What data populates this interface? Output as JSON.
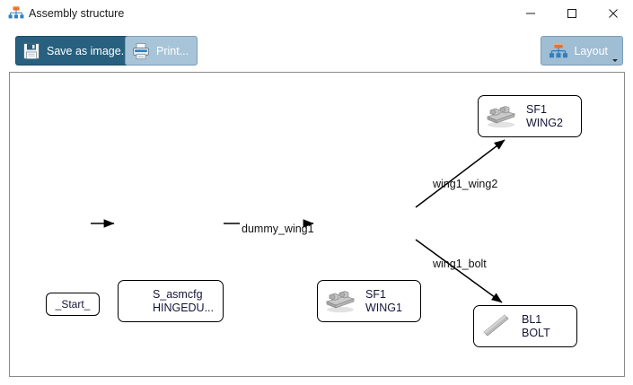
{
  "window": {
    "title": "Assembly structure",
    "icon": "assembly-structure-icon",
    "controls": {
      "minimize": "minimize-icon",
      "maximize": "maximize-icon",
      "close": "close-icon"
    }
  },
  "toolbar": {
    "save_label": "Save as image...",
    "save_icon": "floppy-disk-icon",
    "print_label": "Print...",
    "print_icon": "printer-icon",
    "layout_label": "Layout",
    "layout_icon": "hierarchy-icon",
    "layout_caret": "chevron-down-icon"
  },
  "colors": {
    "save_button_bg": "#27617f",
    "print_button_bg": "#a8c4d8",
    "layout_button_bg": "#9fbdd3",
    "canvas_bg": "#ffffff",
    "node_border": "#000000",
    "node_text": "#15153a",
    "icon_orange": "#e8702a",
    "icon_blue": "#2f7fbf",
    "part_gray": "#b4b4b4"
  },
  "graph": {
    "nodes": [
      {
        "id": "start",
        "label_line1": "_Start_",
        "label_line2": "",
        "icon": "none"
      },
      {
        "id": "asmcfg",
        "label_line1": "S_asmcfg",
        "label_line2": "HINGEDU...",
        "icon": "none"
      },
      {
        "id": "wing1",
        "label_line1": "SF1",
        "label_line2": "WING1",
        "icon": "hinge-part-icon"
      },
      {
        "id": "wing2",
        "label_line1": "SF1",
        "label_line2": "WING2",
        "icon": "hinge-part-icon"
      },
      {
        "id": "bolt",
        "label_line1": "BL1",
        "label_line2": "BOLT",
        "icon": "bolt-part-icon"
      }
    ],
    "edges": [
      {
        "from": "start",
        "to": "asmcfg",
        "label": ""
      },
      {
        "from": "asmcfg",
        "to": "wing1",
        "label": "dummy_wing1"
      },
      {
        "from": "wing1",
        "to": "wing2",
        "label": "wing1_wing2"
      },
      {
        "from": "wing1",
        "to": "bolt",
        "label": "wing1_bolt"
      }
    ]
  }
}
